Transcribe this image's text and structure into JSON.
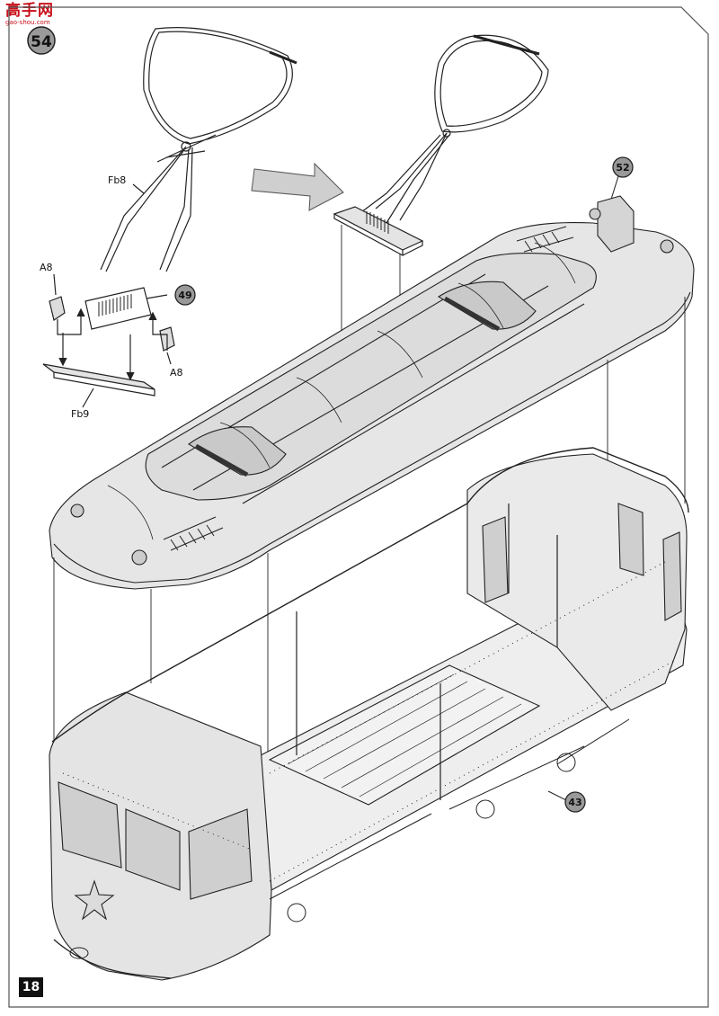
{
  "watermark": {
    "title": "高手网",
    "url": "gao-shou.com"
  },
  "step": "54",
  "page_number": "18",
  "callouts": {
    "c49": "49",
    "c52": "52",
    "c43": "43"
  },
  "part_labels": {
    "fb8": "Fb8",
    "a8_left": "A8",
    "a8_right": "A8",
    "fb9": "Fb9"
  },
  "colors": {
    "ink": "#1a1a1a",
    "shade": "#c9c9c9",
    "light": "#e6e6e6",
    "dark": "#3a3a3a"
  }
}
